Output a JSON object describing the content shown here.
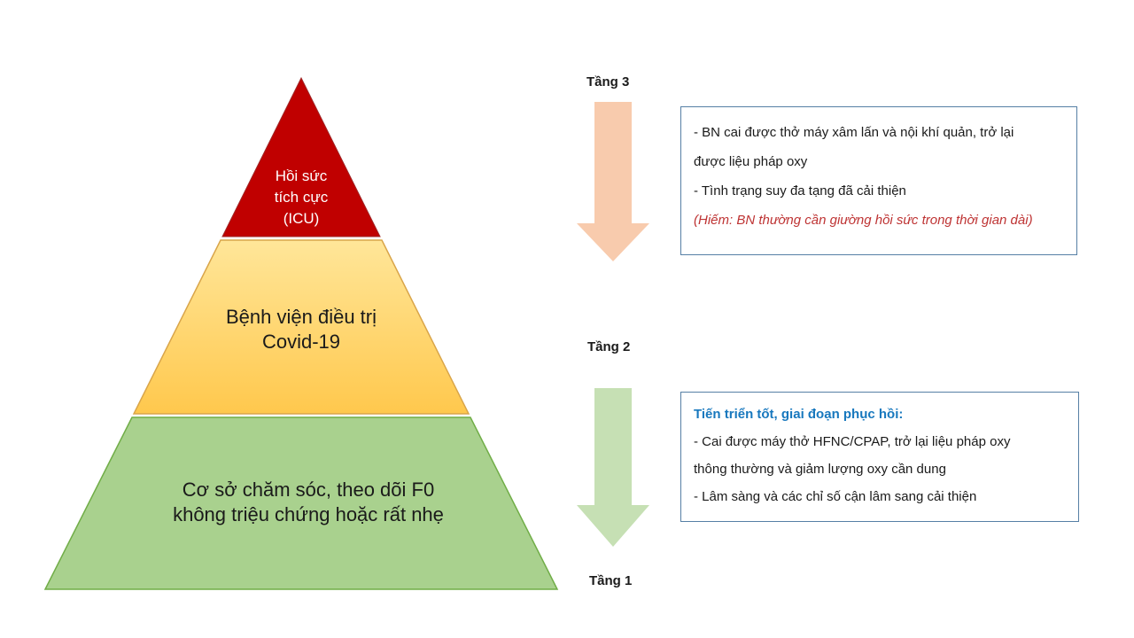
{
  "pyramid": {
    "tier_icu": {
      "lines": [
        "Hồi sức",
        "tích cực",
        "(ICU)"
      ],
      "fill": "#c00000",
      "stroke": "#9e2626",
      "text_color": "#ffffff"
    },
    "tier_hospital": {
      "lines": [
        "Bệnh viện điều trị",
        "Covid-19"
      ],
      "fill_top": "#ffe699",
      "fill_bottom": "#ffc84d",
      "stroke": "#d9a54a",
      "text_color": "#1a1a1a"
    },
    "tier_care": {
      "lines": [
        "Cơ sở chăm sóc, theo dõi F0",
        "không triệu chứng hoặc rất nhẹ"
      ],
      "fill": "#a9d18e",
      "stroke": "#70ad47",
      "text_color": "#1a1a1a"
    }
  },
  "tier_labels": {
    "tang3": "Tầng 3",
    "tang2": "Tầng 2",
    "tang1": "Tầng 1"
  },
  "arrows": {
    "tang3_to_tang2": {
      "fill": "#f8cbad"
    },
    "tang2_to_tang1": {
      "fill": "#c6e0b4"
    }
  },
  "note_boxes": {
    "box_tang3": {
      "border_color": "#567fa5",
      "note_color": "#be3333",
      "lines": [
        {
          "text": "- BN cai được thở máy xâm lấn và nội khí quản, trở lại",
          "style": "normal"
        },
        {
          "text": "được liệu pháp oxy",
          "style": "normal"
        },
        {
          "text": "- Tình trạng suy đa tạng đã cải thiện",
          "style": "normal"
        },
        {
          "text": "(Hiếm: BN thường cần giường hồi sức trong thời gian dài)",
          "style": "red-italic"
        }
      ]
    },
    "box_tang2": {
      "border_color": "#567fa5",
      "heading_color": "#1878be",
      "lines": [
        {
          "text": "Tiến triển tốt, giai đoạn phục hồi:",
          "style": "heading"
        },
        {
          "text": "- Cai được máy thở HFNC/CPAP, trở lại liệu pháp oxy",
          "style": "normal"
        },
        {
          "text": "thông thường và giảm lượng oxy cần dung",
          "style": "normal"
        },
        {
          "text": "- Lâm sàng và các chỉ số cận lâm sang cải thiện",
          "style": "normal"
        }
      ]
    }
  }
}
